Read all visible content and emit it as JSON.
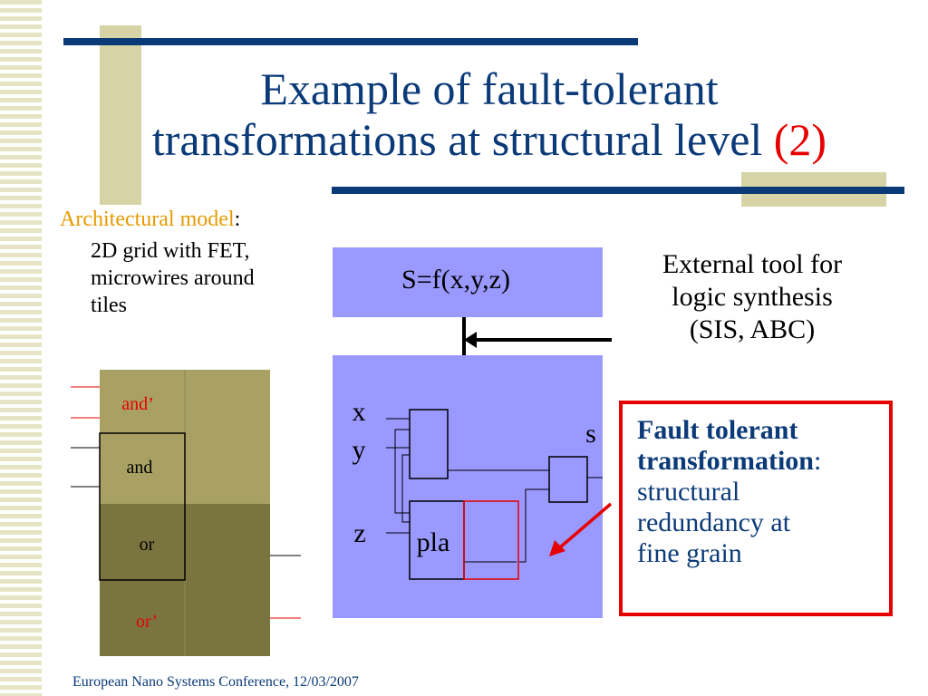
{
  "title": {
    "line1": "Example of fault-tolerant",
    "line2": "transformations at structural level",
    "number": "(2)"
  },
  "architecture": {
    "heading": "Architectural model",
    "colon": ":",
    "lines": [
      "2D grid with FET,",
      "microwires around",
      "tiles"
    ]
  },
  "grid": {
    "labels": {
      "and_prime": "and’",
      "and": "and",
      "or": "or",
      "or_prime": "or’"
    }
  },
  "synthesis": {
    "function": "S=f(x,y,z)",
    "inputs": {
      "x": "x",
      "y": "y",
      "z": "z"
    },
    "output": "s",
    "pla": "pla"
  },
  "external_tool": {
    "lines": [
      "External tool for",
      "logic synthesis",
      "(SIS, ABC)"
    ]
  },
  "fault_tolerant": {
    "bold1": "Fault tolerant",
    "bold2": "transformation",
    "colon": ":",
    "lines": [
      "structural",
      "redundancy at",
      "fine grain"
    ]
  },
  "footer": "European Nano Systems Conference, 12/03/2007",
  "colors": {
    "navy": "#0b3a78",
    "red": "#e60000",
    "orange": "#e69a00",
    "lavender": "#9999ff",
    "olive_light": "#a8a163",
    "olive_dark": "#7a7540",
    "cream": "#d6d4a6"
  }
}
